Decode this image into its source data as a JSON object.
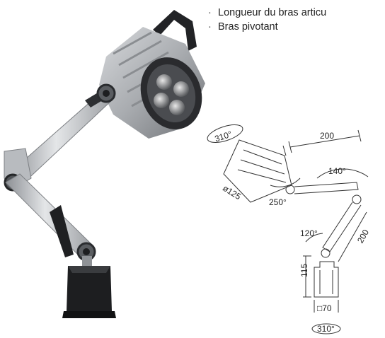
{
  "features": [
    {
      "text": "Longueur du bras articu"
    },
    {
      "text": "Bras pivotant"
    }
  ],
  "bullet_glyph": "·",
  "drawing": {
    "rotation_top": "310°",
    "rotation_bottom": "310°",
    "head_diameter": "ø125",
    "head_angle": "250°",
    "upper_arm_length": "200",
    "upper_arm_angle": "140°",
    "lower_arm_length": "200",
    "base_angle": "120°",
    "base_height": "115",
    "base_square": "□70"
  },
  "colors": {
    "lamp_body": "#b9bcc0",
    "arm_metal": "#c8cacd",
    "joint_dark": "#2e3033",
    "base_black": "#1a1a1c",
    "line_art": "#333333"
  }
}
